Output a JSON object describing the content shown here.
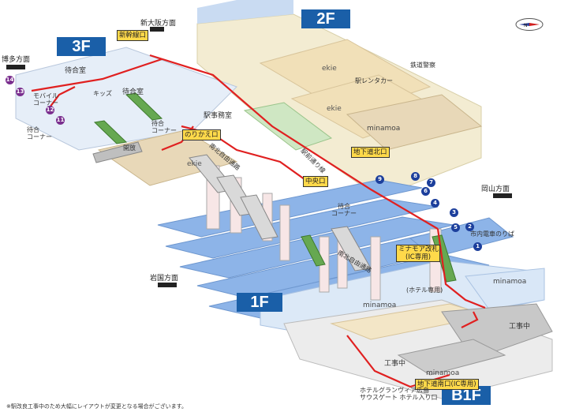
{
  "floors": {
    "f3": "3F",
    "f2": "2F",
    "f1": "1F",
    "b1f": "B1F"
  },
  "directions": {
    "shin_osaka": "新大阪方面",
    "hakata": "博多方面",
    "okayama": "岡山方面",
    "iwakuni": "岩国方面"
  },
  "labels_3f": {
    "waiting_room_1": "待合室",
    "waiting_room_2": "待合室",
    "mobile_corner": "モバイル\nコーナー",
    "kids": "キッズ",
    "waiting_corner_left": "待合\nコーナー",
    "waiting_corner_mid": "待合\nコーナー",
    "station_office": "駅事務室",
    "kaisoku": "開放",
    "ekie_3f": "ekie"
  },
  "labels_2f": {
    "ekie_1": "ekie",
    "ekie_2": "ekie",
    "rent_a_car": "駅レンタカー",
    "minamoa_2f": "minamoa",
    "railway_police": "鉄道警察",
    "chika_kitaguchi": "地下道北口",
    "shinkansen_gate": "新幹線口",
    "norikae_gate": "のりかえ口",
    "chuo_gate": "中央口",
    "waiting_corner_2f": "待合\nコーナー",
    "minamo_gate": "ミナモア改札\n(IC専用)",
    "tram": "市内電車のりば",
    "nanboku_jiyu": "南北自由通路",
    "hokuho_jiyu": "南北自由通路",
    "ekimae_dori": "駅前通り線"
  },
  "labels_1f": {
    "minamoa_1f": "minamoa",
    "minamoa_right": "minamoa",
    "hotel_only": "(ホテル専用)"
  },
  "labels_b1f": {
    "construction_1": "工事中",
    "construction_2": "工事中",
    "minamoa_b1": "minamoa",
    "chika_minami": "地下道南口(IC専用)",
    "hotel_granvia": "ホテルグランヴィア広島\nサウスゲート ホテル入り口"
  },
  "platform_numbers": {
    "blue": [
      "1",
      "2",
      "3",
      "4",
      "5",
      "6",
      "7",
      "8",
      "9"
    ],
    "purple": [
      "11",
      "12",
      "13",
      "14"
    ]
  },
  "footnote": "※駅改良工事中のため大幅にレイアウトが変更となる場合がございます。",
  "colors": {
    "floor_badge": "#1a5fa8",
    "platform": "#8db4e8",
    "route": "#e02020",
    "concourse_2f": "#f3ecd2",
    "ekie_area": "#e8d8b8",
    "green": "#66a851",
    "highlight": "#ffd94a"
  }
}
